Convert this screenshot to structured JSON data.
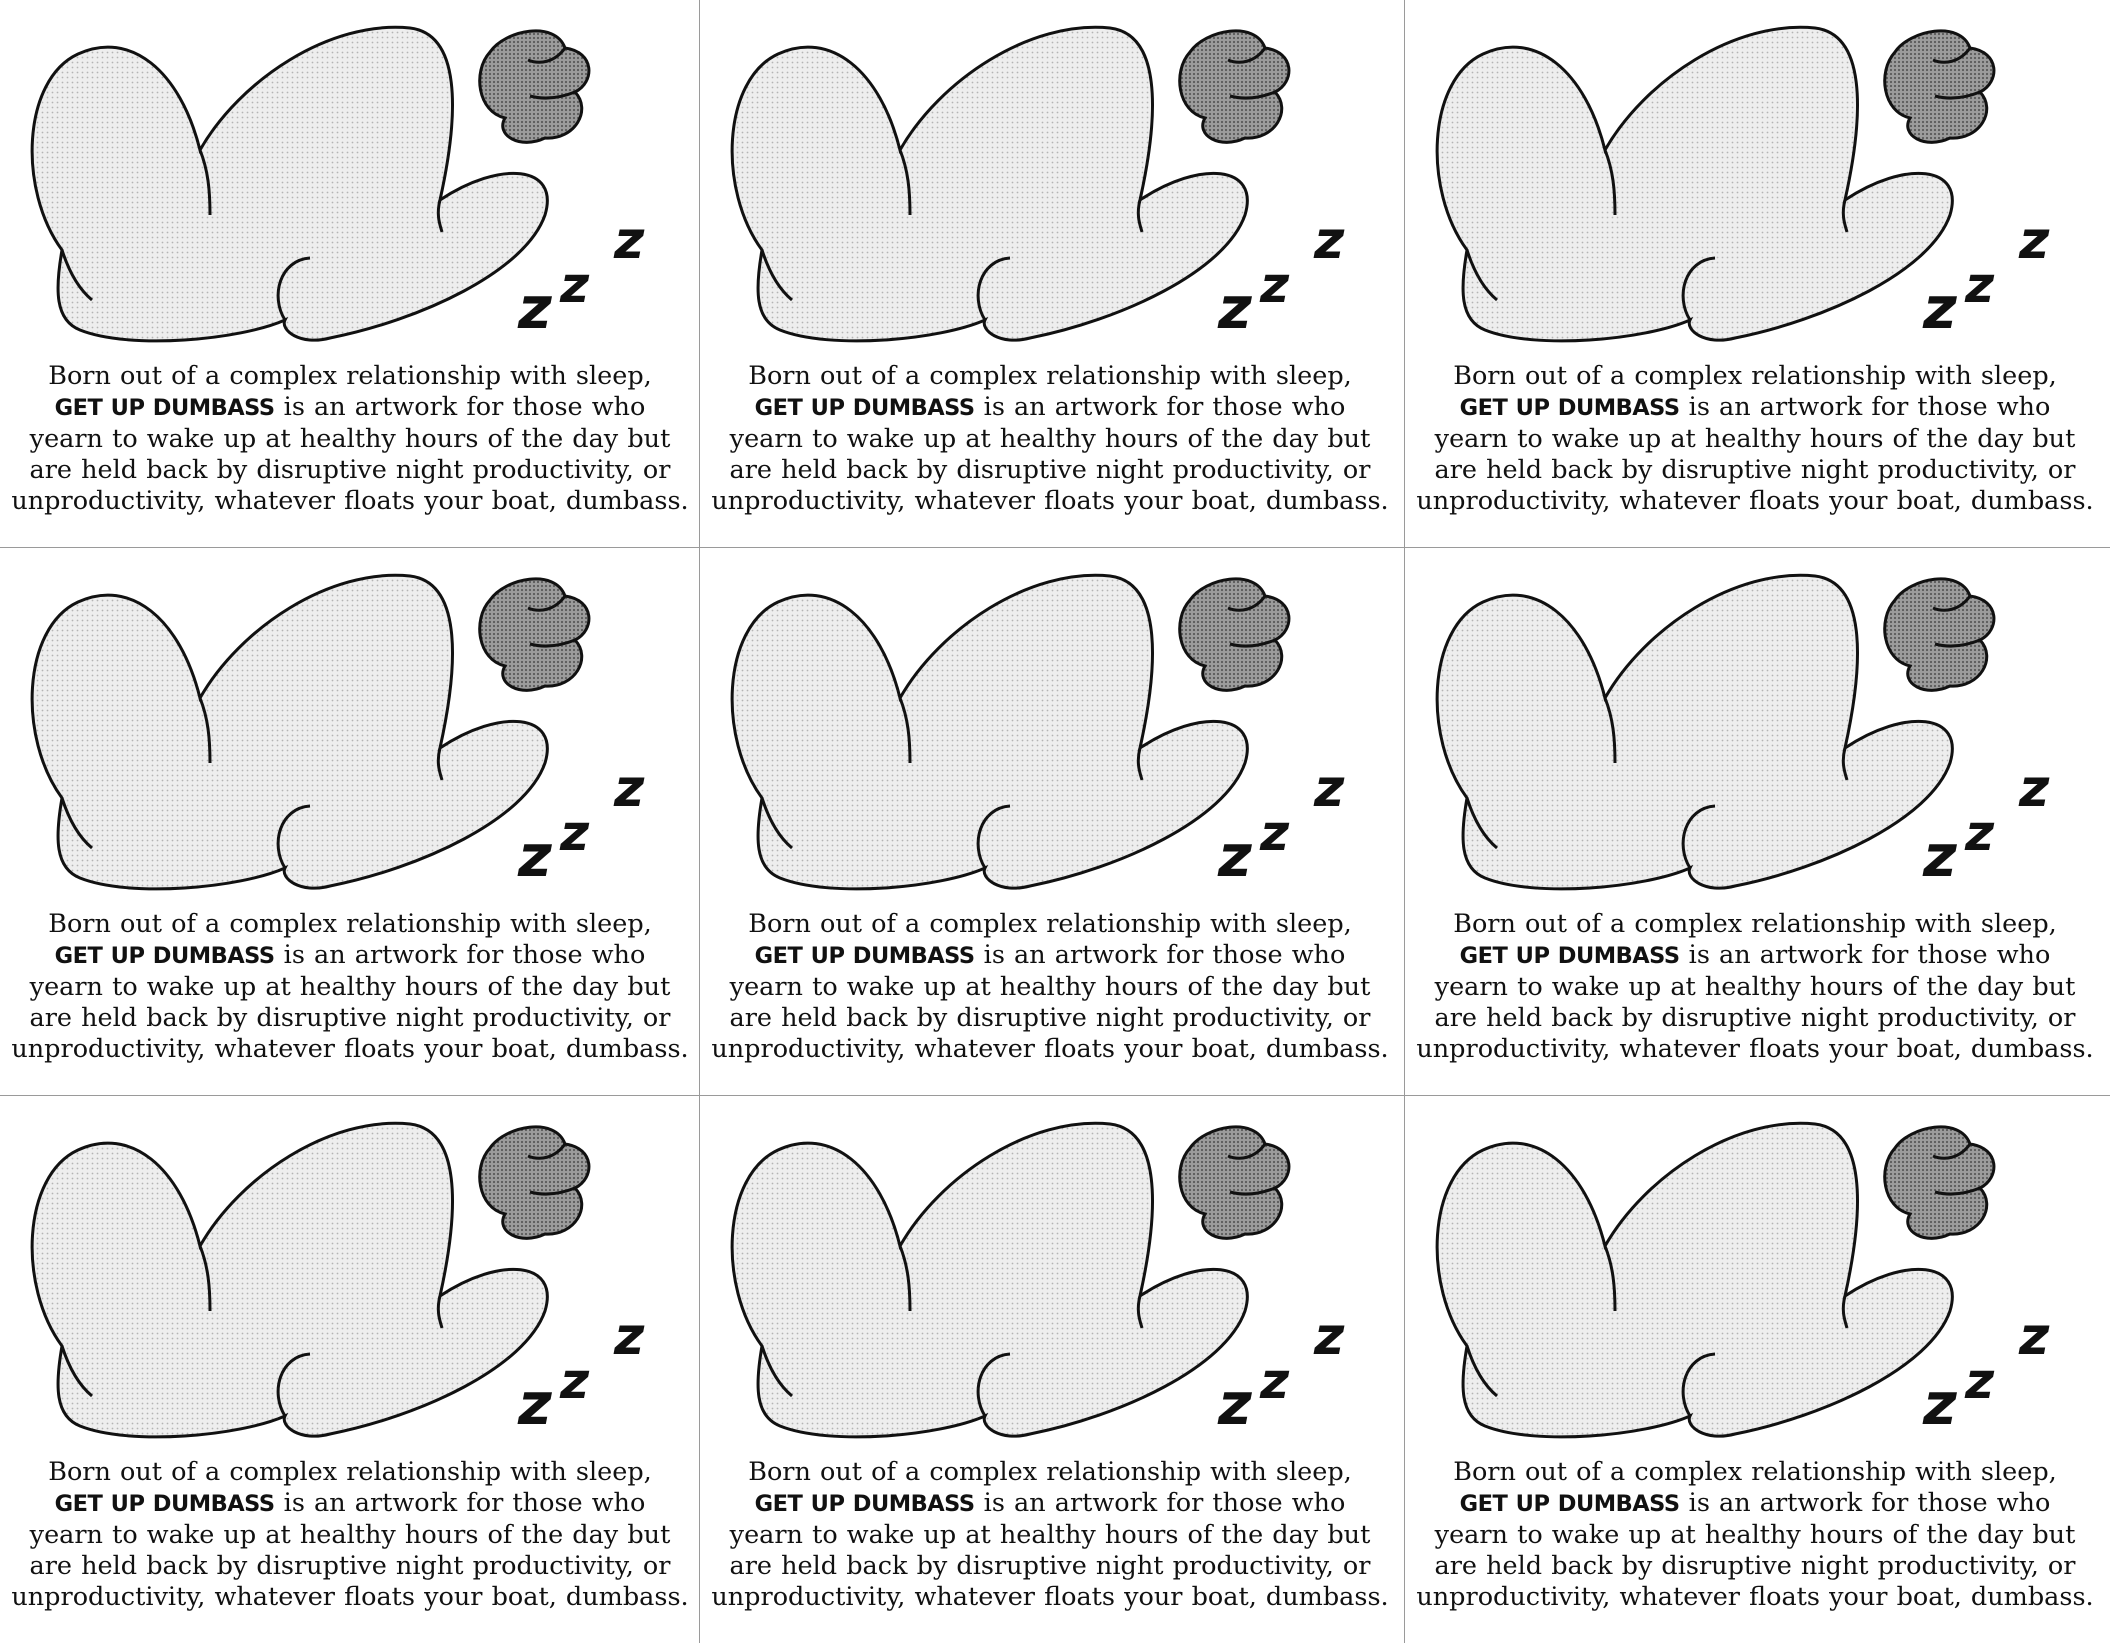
{
  "card": {
    "line1": "Born out of a complex relationship with sleep,",
    "title": "GET UP DUMBASS",
    "line2_rest": " is an artwork for those who",
    "line3": "yearn to wake up at healthy hours of the day but",
    "line4": "are held back by disruptive night productivity, or",
    "line5": "unproductivity, whatever floats your boat, dumbass.",
    "zzz_glyph": "z",
    "art_icons": [
      "sleeping-blob-icon",
      "small-dark-blob-icon",
      "zzz-icon"
    ],
    "colors": {
      "blob_fill": "#e6e6e6",
      "small_blob_fill": "#8a8a8a",
      "outline": "#111111",
      "divider": "#9a9a9a"
    }
  },
  "grid": {
    "rows": 3,
    "columns": 3,
    "card_count": 9
  }
}
